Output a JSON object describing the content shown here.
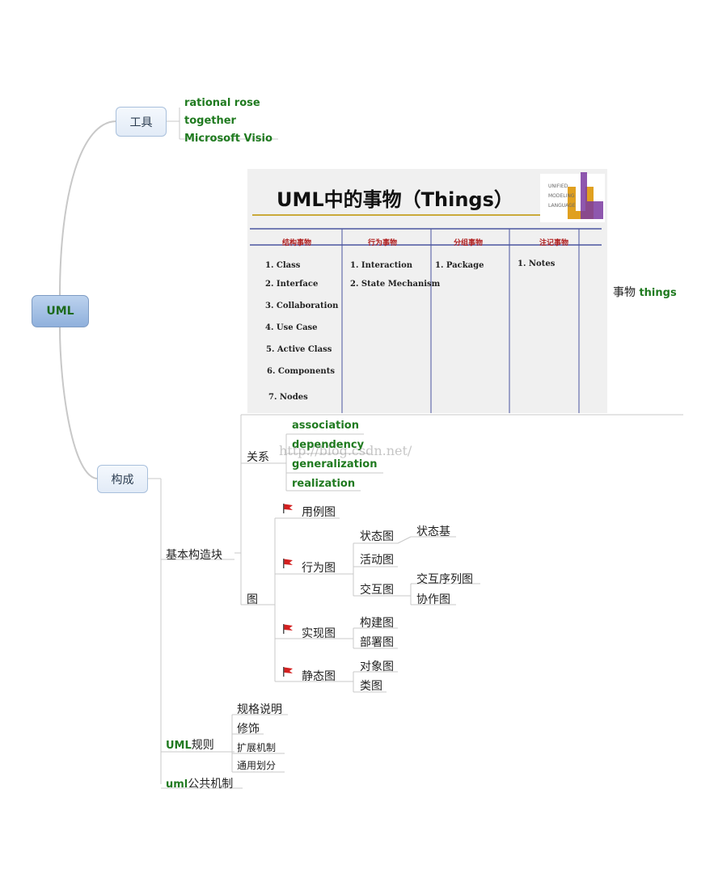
{
  "root": "UML",
  "tools": {
    "label": "工具",
    "items": [
      "rational rose",
      "together",
      "Microsoft Visio"
    ]
  },
  "things": {
    "label_cn": "事物",
    "label_en": "things",
    "image": {
      "title": "UML中的事物（Things）",
      "logo": [
        "UNIFIED",
        "MODELING",
        "LANGUAGE"
      ],
      "columns": [
        {
          "header": "结构事物",
          "items": [
            "1. Class",
            "2. Interface",
            "3. Collaboration",
            "4. Use Case",
            "5. Active Class",
            "6. Components",
            "7. Nodes"
          ]
        },
        {
          "header": "行为事物",
          "items": [
            "1. Interaction",
            "2. State Mechanism"
          ]
        },
        {
          "header": "分组事物",
          "items": [
            "1. Package"
          ]
        },
        {
          "header": "注记事物",
          "items": [
            "1. Notes"
          ]
        }
      ]
    }
  },
  "composition": {
    "label": "构成",
    "blocks": {
      "label": "基本构造块",
      "relations": {
        "label": "关系",
        "items": [
          "association",
          "dependency",
          "generalization",
          "realization"
        ]
      },
      "diagrams": {
        "label": "图",
        "usecase": "用例图",
        "behavior": {
          "label": "行为图",
          "state": "状态图",
          "state_child": "状态基",
          "activity": "活动图",
          "interaction": "交互图",
          "interaction_children": [
            "交互序列图",
            "协作图"
          ]
        },
        "implementation": {
          "label": "实现图",
          "items": [
            "构建图",
            "部署图"
          ]
        },
        "static": {
          "label": "静态图",
          "items": [
            "对象图",
            "类图"
          ]
        }
      }
    },
    "rules": {
      "label": "UML规则",
      "items": [
        "规格说明",
        "修饰",
        "扩展机制",
        "通用划分"
      ]
    },
    "common": "uml公共机制"
  },
  "watermark": "http://blog.csdn.net/",
  "colors": {
    "green_text": "#1f7a1f",
    "line": "#c8c8c8",
    "flag": "#d42020"
  }
}
